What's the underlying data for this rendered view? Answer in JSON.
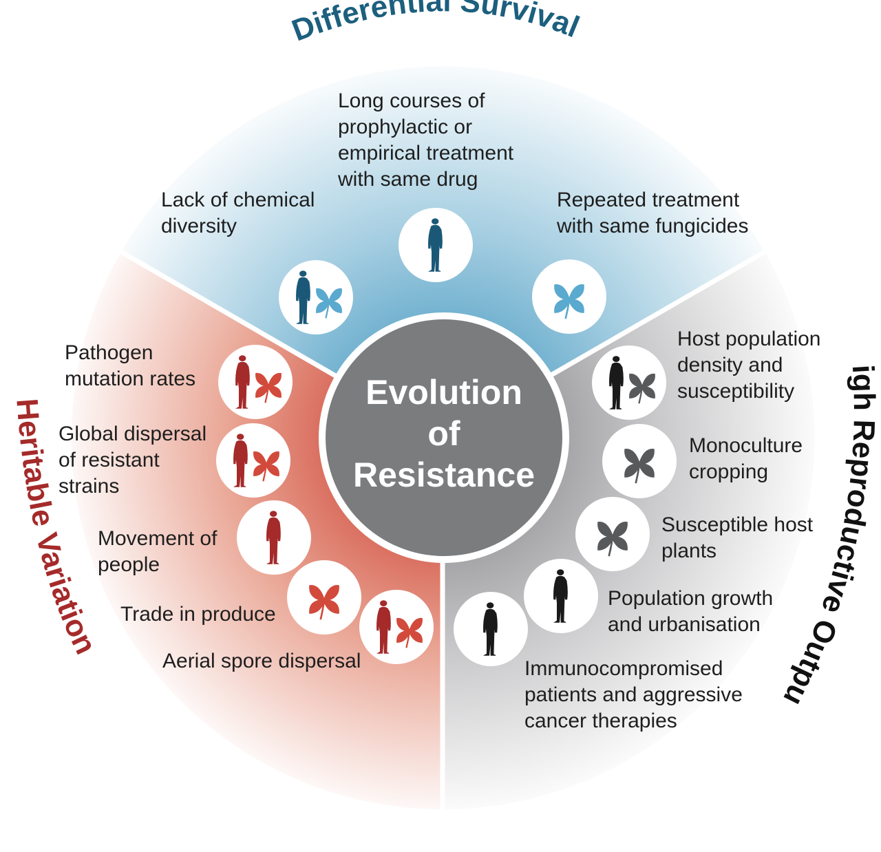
{
  "center": {
    "title": "Evolution\nof\nResistance"
  },
  "sectors": {
    "differential_survival": {
      "title": "Differential Survival",
      "color": "#1c5f7e",
      "items": [
        {
          "text": "Long courses of\nprophylactic or\nempirical treatment\nwith same drug",
          "icon": "person-icon"
        },
        {
          "text": "Lack of chemical\ndiversity",
          "icon": "person-and-plant-icon"
        },
        {
          "text": "Repeated treatment\nwith same fungicides",
          "icon": "plant-icon"
        }
      ]
    },
    "heritable_variation": {
      "title": "Heritable Variation",
      "color": "#a52a2a",
      "items": [
        {
          "text": "Pathogen\nmutation rates",
          "icon": "person-and-plant-icon"
        },
        {
          "text": "Global dispersal\nof resistant\nstrains",
          "icon": "person-and-plant-icon"
        },
        {
          "text": "Movement of\npeople",
          "icon": "person-icon"
        },
        {
          "text": "Trade in produce",
          "icon": "plant-icon"
        },
        {
          "text": "Aerial spore dispersal",
          "icon": "person-and-plant-icon"
        }
      ]
    },
    "high_reproductive_output": {
      "title": "High Reproductive Output",
      "color": "#111111",
      "items": [
        {
          "text": "Host population\ndensity and\nsusceptibility",
          "icon": "person-and-plant-icon"
        },
        {
          "text": "Monoculture\ncropping",
          "icon": "plant-icon"
        },
        {
          "text": "Susceptible host\nplants",
          "icon": "plant-icon"
        },
        {
          "text": "Population growth\nand urbanisation",
          "icon": "person-icon"
        },
        {
          "text": "Immunocompromised\npatients and aggressive\ncancer therapies",
          "icon": "person-icon"
        }
      ]
    }
  }
}
